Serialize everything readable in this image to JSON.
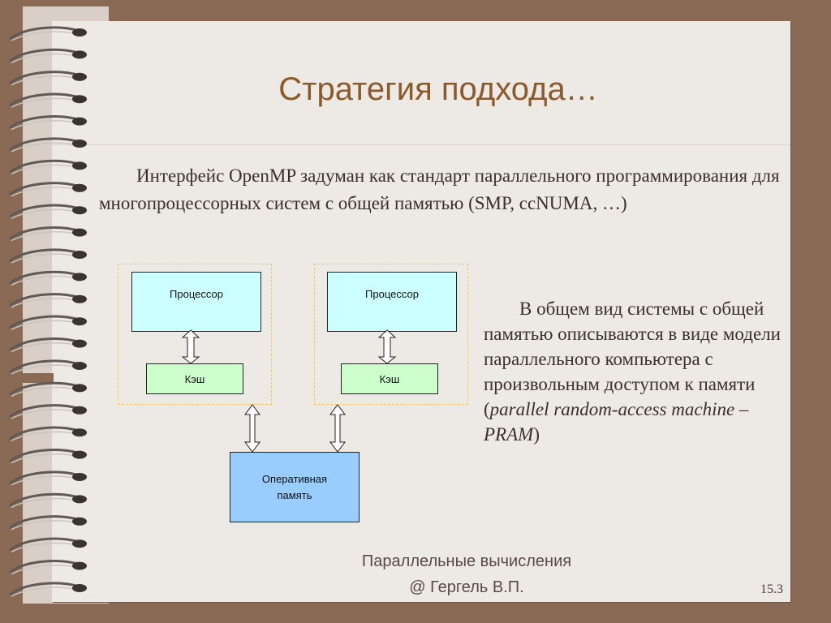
{
  "slide": {
    "title": "Стратегия подхода…",
    "intro": "Интерфейс OpenMP задуман как стандарт параллельного программирования для многопроцессорных систем с общей памятью (SMP, ccNUMA, …)",
    "description": {
      "prefix": "В общем вид системы с общей памятью описываются в виде модели параллельного компьютера с произвольным доступом к памяти (",
      "italic": "parallel random-access machine – PRAM",
      "suffix": ")"
    },
    "footer": {
      "line1": "Параллельные вычисления",
      "line2": "@ Гергель В.П."
    },
    "page_number": "15.3"
  },
  "diagram": {
    "left_node": {
      "processor": "Процессор",
      "cache": "Кэш"
    },
    "right_node": {
      "processor": "Процессор",
      "cache": "Кэш"
    },
    "memory": {
      "line1": "Оперативная",
      "line2": "память"
    }
  },
  "colors": {
    "title": "#8b5a2b",
    "processor_fill": "#ccffff",
    "cache_fill": "#ccffcc",
    "memory_fill": "#99ccff",
    "group_border": "#f2c94c",
    "background": "#8a6a54"
  }
}
